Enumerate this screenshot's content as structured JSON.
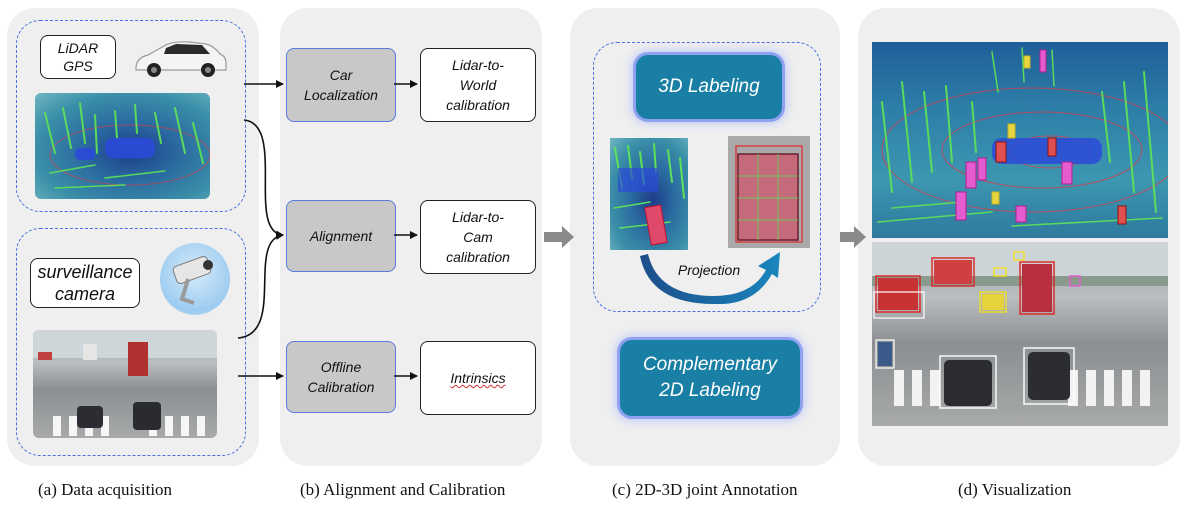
{
  "panels": {
    "acquisition": {
      "lidar_gps": [
        "LiDAR",
        "GPS"
      ],
      "surveillance_camera": [
        "surveillance",
        "camera"
      ],
      "caption": "(a) Data acquisition"
    },
    "alignment": {
      "car_localization": [
        "Car",
        "Localization"
      ],
      "lidar_to_world": [
        "Lidar-to-",
        "World",
        "calibration"
      ],
      "alignment": "Alignment",
      "lidar_to_cam": [
        "Lidar-to-",
        "Cam",
        "calibration"
      ],
      "offline_calibration": [
        "Offline",
        "Calibration"
      ],
      "intrinsics": "Intrinsics",
      "caption": "(b) Alignment and  Calibration"
    },
    "annotation": {
      "labeling_3d": "3D Labeling",
      "projection": "Projection",
      "complementary": [
        "Complementary",
        "2D Labeling"
      ],
      "caption": "(c)  2D-3D joint Annotation"
    },
    "visualization": {
      "caption": "(d) Visualization"
    }
  },
  "colors": {
    "panel_bg": "#efefef",
    "dashed_border": "#4a6fe0",
    "grey_box": "#c8c8c8",
    "teal_box": "#1a7fa4",
    "arrow_grey": "#8a8a8a",
    "lidar_points": "#5de05a",
    "bbox_red": "#e02020",
    "bbox_yellow": "#f0e020",
    "bbox_white": "#ffffff"
  },
  "icons": {
    "car": "car-icon",
    "camera": "surveillance-camera-icon"
  }
}
